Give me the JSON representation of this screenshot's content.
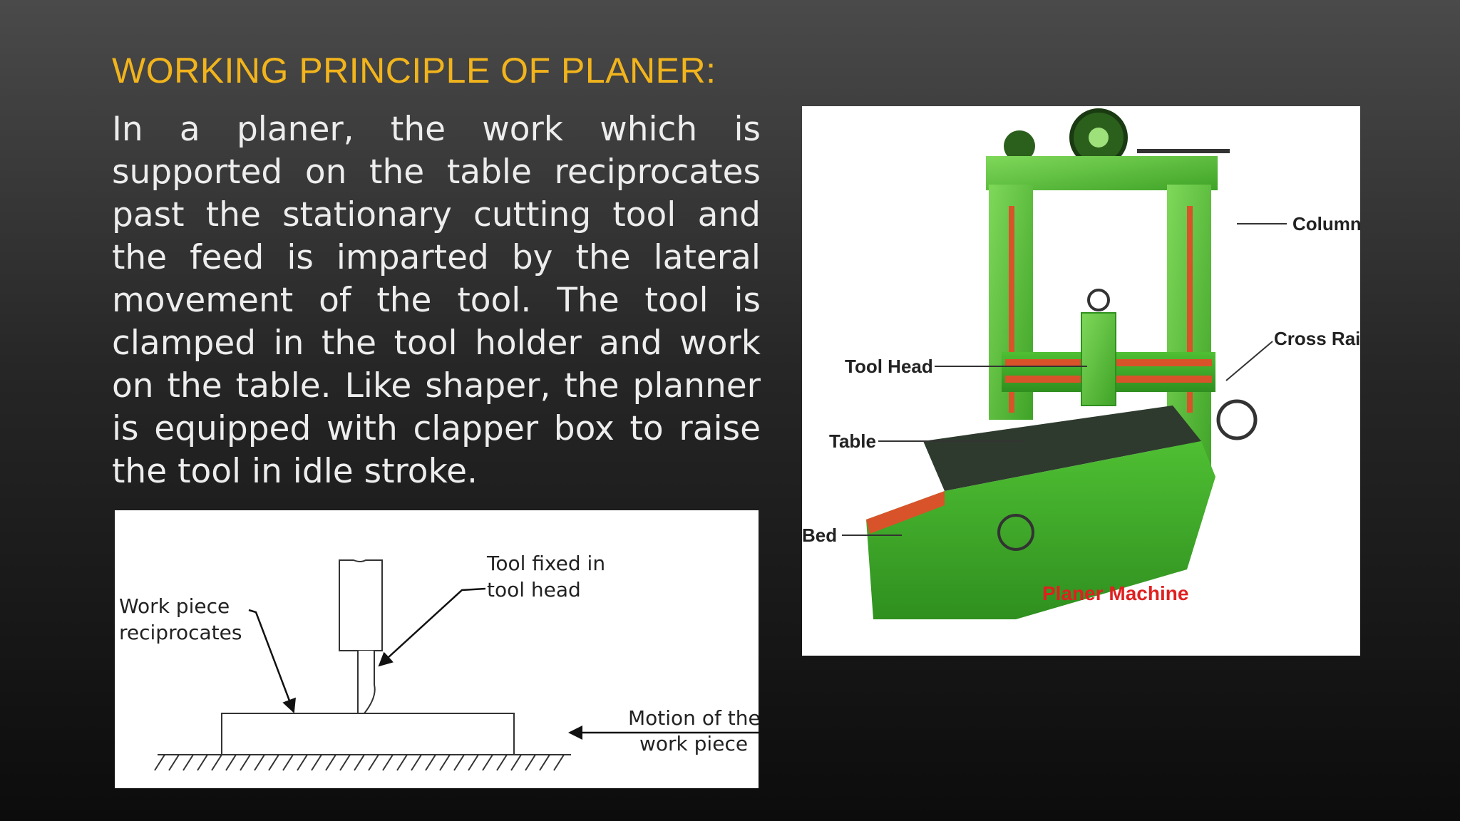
{
  "slide": {
    "title": "WORKING PRINCIPLE OF PLANER:",
    "body": "In a planer, the work which is supported on the table reciprocates past the stationary cutting tool and the feed is imparted by the lateral movement of the tool. The tool is clamped in the tool holder and work on the table. Like shaper, the planner is equipped with clapper box to raise the tool in idle stroke."
  },
  "schematic": {
    "work_piece_label": [
      "Work piece",
      "reciprocates"
    ],
    "tool_label": [
      "Tool fixed in",
      "tool head"
    ],
    "motion_label": [
      "Motion of the",
      "work piece"
    ]
  },
  "photo": {
    "labels": {
      "column": "Column",
      "cross_rail": "Cross Rail",
      "tool_head": "Tool Head",
      "table": "Table",
      "bed": "Bed"
    },
    "caption": "Planer Machine",
    "colors": {
      "machine": "#55c236",
      "rail": "#d9532a",
      "caption": "#e02020"
    }
  }
}
